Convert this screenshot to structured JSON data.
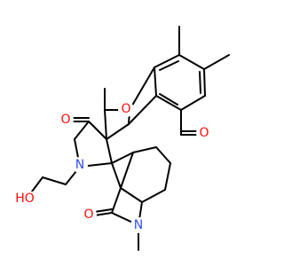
{
  "atoms": {
    "chromene_ring_o": {
      "label": "O",
      "element": "O"
    },
    "ketone_o": {
      "label": "O",
      "element": "O"
    },
    "lactam_o": {
      "label": "O",
      "element": "O"
    },
    "pyrrolidine_n": {
      "label": "N",
      "element": "N"
    },
    "hydroxyl": {
      "label": "HO",
      "element": "O"
    },
    "oxindole_o": {
      "label": "O",
      "element": "O"
    },
    "oxindole_n": {
      "label": "N",
      "element": "N"
    }
  },
  "colors": {
    "bond": "#000000",
    "oxygen": "#ff0d0d",
    "nitrogen": "#3050f8",
    "background": "#ffffff"
  }
}
